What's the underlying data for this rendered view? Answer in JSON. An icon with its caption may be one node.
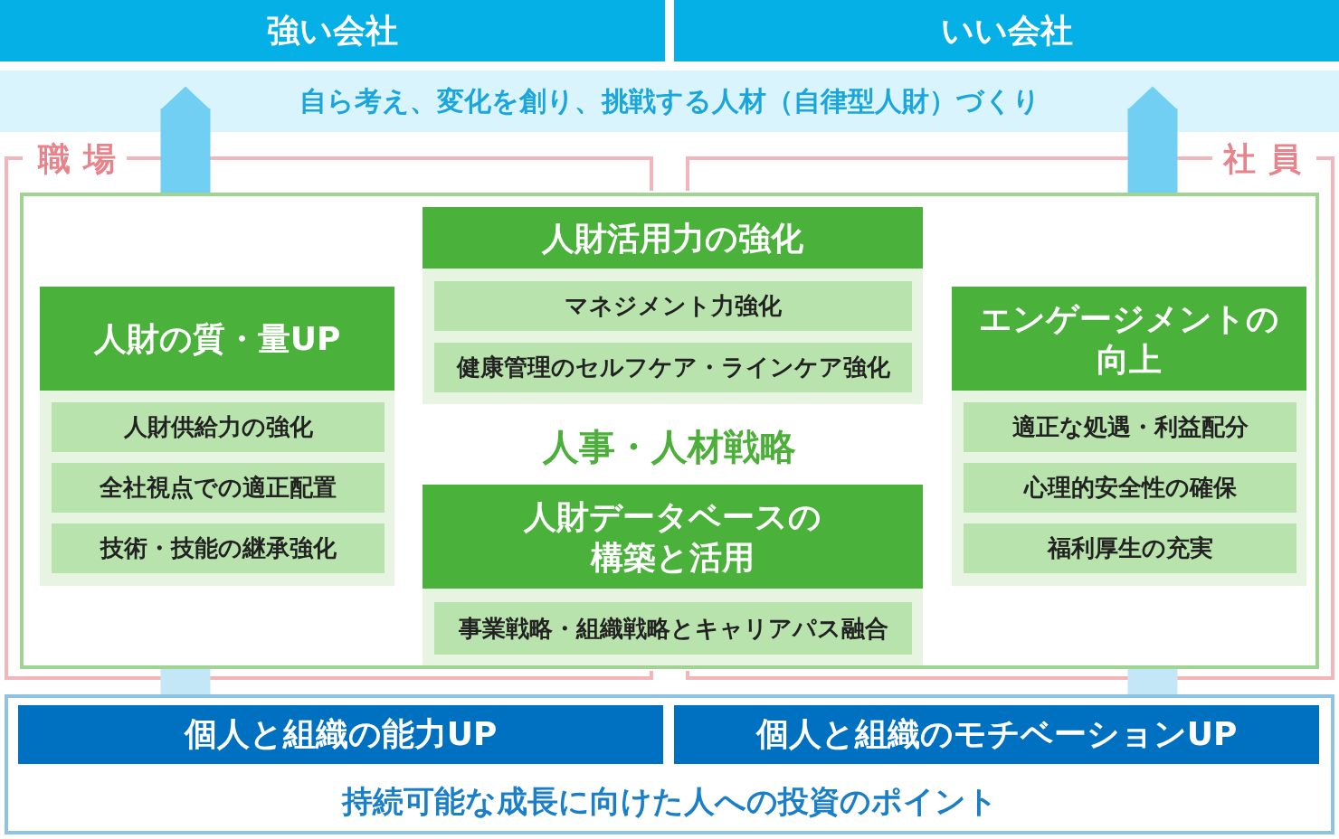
{
  "diagram": {
    "nodes": [
      {
        "text": [
          "強い会社"
        ]
      },
      {
        "text": [
          "いい会社"
        ]
      },
      {
        "text": [
          "自ら考え、変化を創り、挑戦する人材（自律型人財）づくり"
        ]
      },
      {
        "text": [
          "職場"
        ]
      },
      {
        "text": [
          "社員"
        ]
      },
      {
        "text": [
          "人事・人材戦略"
        ]
      },
      {
        "text": [
          "人財の質・量UP"
        ],
        "in": 5
      },
      {
        "text": [
          "人財供給力の強化"
        ],
        "in": 6
      },
      {
        "text": [
          "全社視点での適正配置"
        ],
        "in": 6
      },
      {
        "text": [
          "技術・技能の継承強化"
        ],
        "in": 6
      },
      {
        "text": [
          "人財活用力の強化"
        ],
        "in": 5
      },
      {
        "text": [
          "マネジメント力強化"
        ],
        "in": 10
      },
      {
        "text": [
          "健康管理のセルフケア・ラインケア強化"
        ],
        "in": 10
      },
      {
        "text": [
          "人財データベースの構築と活用"
        ],
        "in": 5
      },
      {
        "text": [
          "事業戦略・組織戦略とキャリアパス融合"
        ],
        "in": 13
      },
      {
        "text": [
          "エンゲージメントの向上"
        ],
        "in": 5
      },
      {
        "text": [
          "適正な処遇・利益配分"
        ],
        "in": 15
      },
      {
        "text": [
          "心理的安全性の確保"
        ],
        "in": 15
      },
      {
        "text": [
          "福利厚生の充実"
        ],
        "in": 15
      },
      {
        "text": [
          "持続可能な成長に向けた人への投資のポイント"
        ]
      },
      {
        "text": [
          "個人と組織の能力UP"
        ],
        "in": 19
      },
      {
        "text": [
          "個人と組織のモチベーションUP"
        ],
        "in": 19
      }
    ],
    "edges": [
      {
        "from": 20,
        "to": 5,
        "arrow": "none",
        "color": "#c4e7f8"
      },
      {
        "from": 5,
        "to": 0,
        "arrow": "to"
      },
      {
        "from": 21,
        "to": 5,
        "arrow": "none",
        "color": "#c4e7f8"
      },
      {
        "from": 5,
        "to": 1,
        "arrow": "to"
      }
    ]
  }
}
